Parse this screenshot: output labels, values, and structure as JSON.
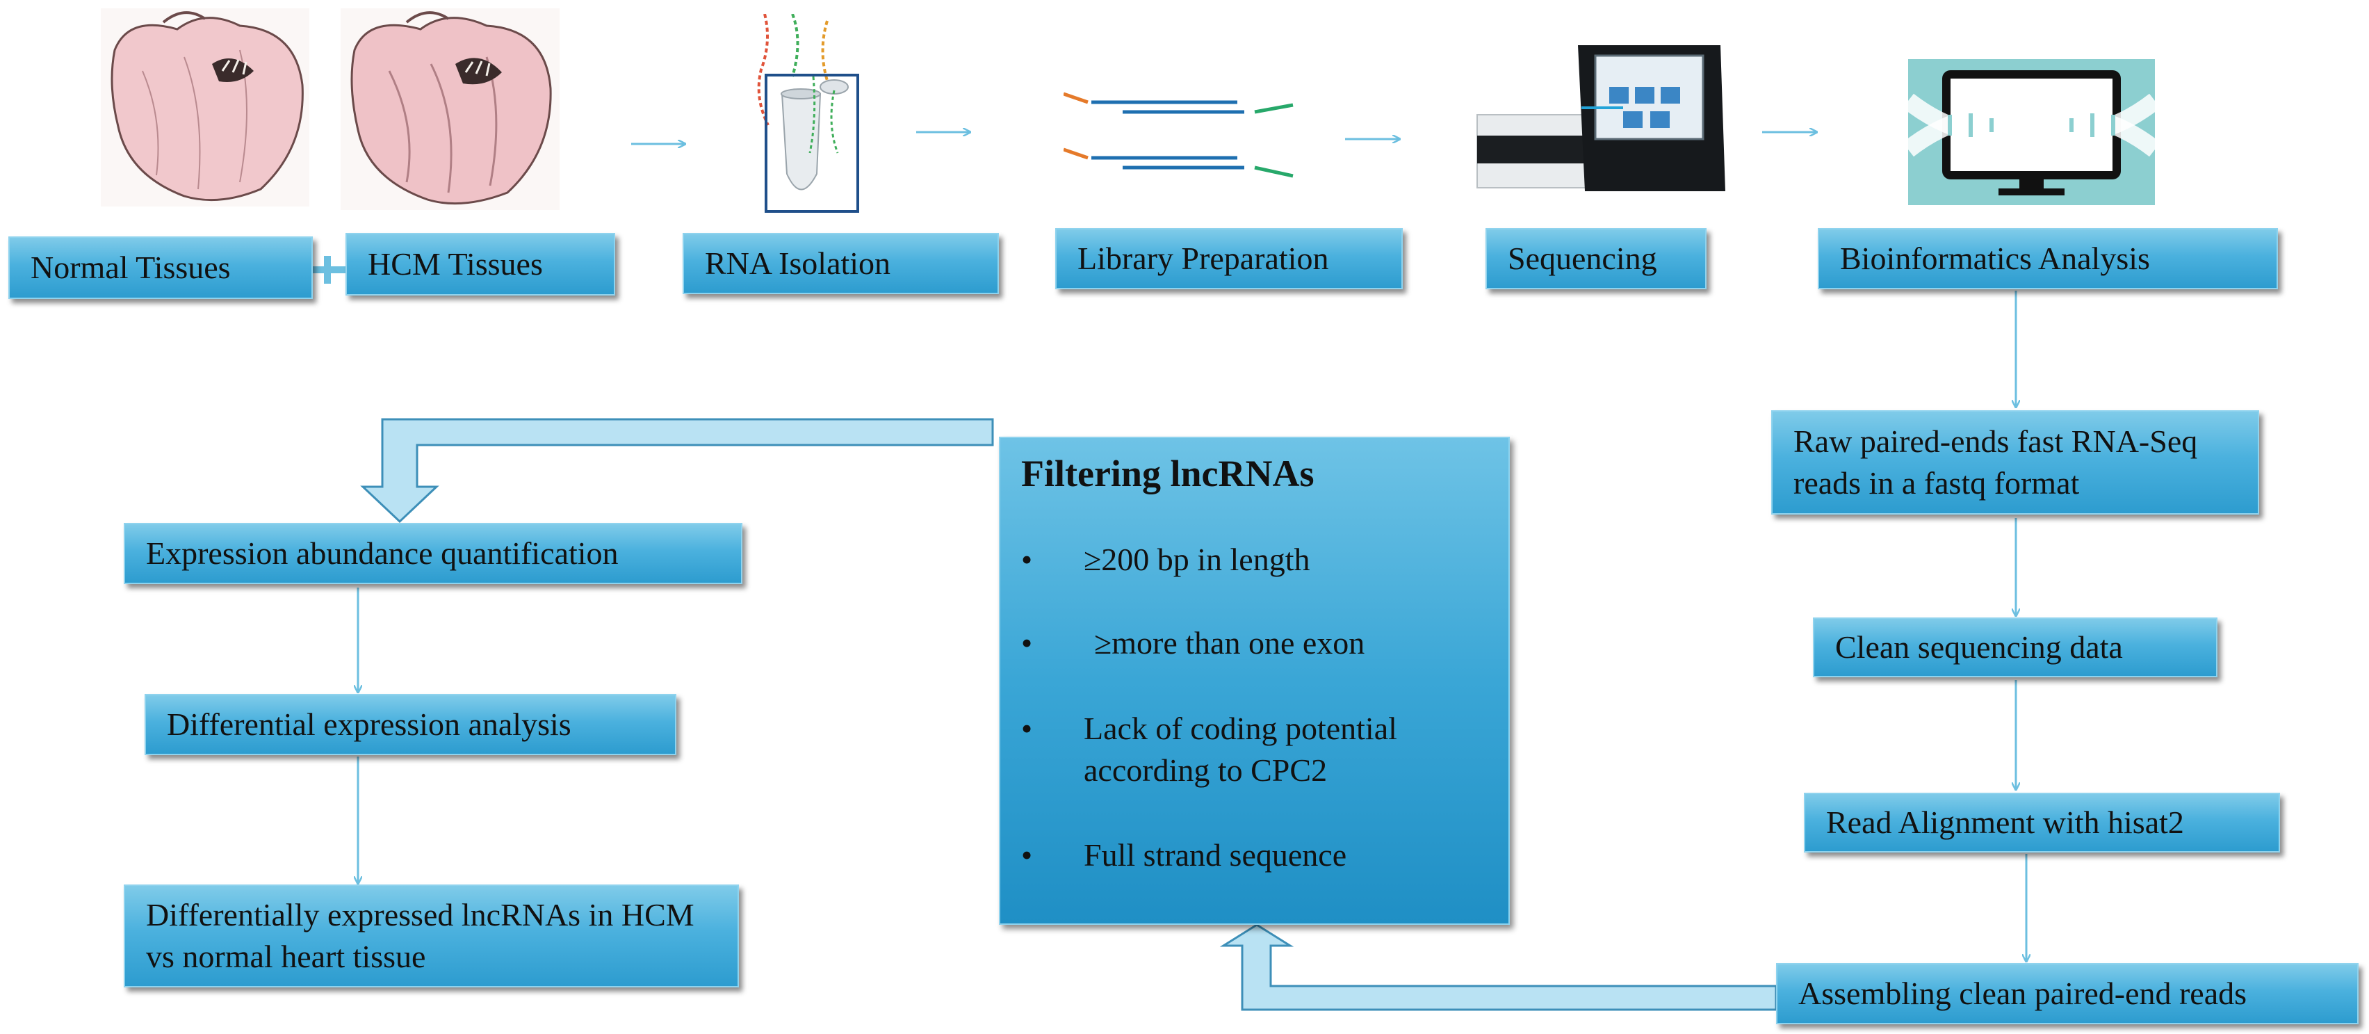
{
  "pipeline": {
    "normal_tissues": "Normal Tissues",
    "hcm_tissues": "HCM Tissues",
    "rna_isolation": "RNA Isolation",
    "library_preparation": "Library Preparation",
    "sequencing": "Sequencing",
    "bioinformatics": "Bioinformatics Analysis"
  },
  "right_column": {
    "raw_reads": "Raw paired-ends fast RNA-Seq reads in a fastq format",
    "clean_data": "Clean sequencing data",
    "alignment": "Read Alignment with hisat2",
    "assembling": "Assembling clean paired-end reads"
  },
  "filter": {
    "title": "Filtering lncRNAs",
    "bullet_char": "•",
    "items": [
      "≥200 bp in length",
      "≥more than one exon",
      "Lack of coding potential according to CPC2",
      "Full strand sequence"
    ]
  },
  "left_column": {
    "quantification": "Expression abundance quantification",
    "differential": "Differential expression analysis",
    "result": "Differentially expressed lncRNAs in HCM vs normal heart tissue"
  },
  "colors": {
    "box_top": "#7fcbe9",
    "box_bottom": "#2d9ccf",
    "arrow": "#6cbfe0",
    "hollow_arrow_fill": "#b9e2f3",
    "hollow_arrow_stroke": "#3d8fb8"
  }
}
